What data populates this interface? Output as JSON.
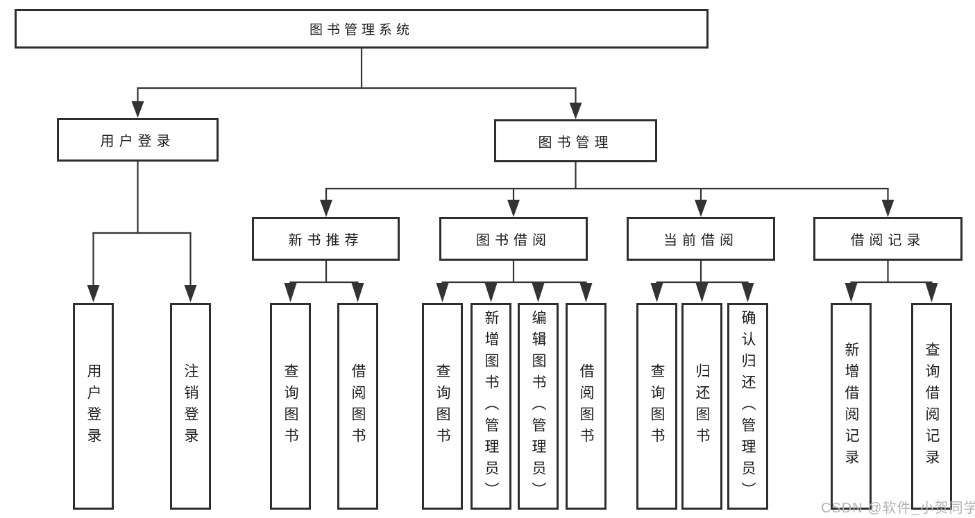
{
  "diagram_type": "hierarchy-tree",
  "tree": {
    "label": "图书管理系统",
    "children": [
      {
        "label": "用户登录",
        "children": [
          {
            "label": "用户登录"
          },
          {
            "label": "注销登录"
          }
        ]
      },
      {
        "label": "图书管理",
        "children": [
          {
            "label": "新书推荐",
            "children": [
              {
                "label": "查询图书"
              },
              {
                "label": "借阅图书"
              }
            ]
          },
          {
            "label": "图书借阅",
            "children": [
              {
                "label": "查询图书"
              },
              {
                "label": "新增图书（管理员）"
              },
              {
                "label": "编辑图书（管理员）"
              },
              {
                "label": "借阅图书"
              }
            ]
          },
          {
            "label": "当前借阅",
            "children": [
              {
                "label": "查询图书"
              },
              {
                "label": "归还图书"
              },
              {
                "label": "确认归还（管理员）"
              }
            ]
          },
          {
            "label": "借阅记录",
            "children": [
              {
                "label": "新增借阅记录"
              },
              {
                "label": "查询借阅记录"
              }
            ]
          }
        ]
      }
    ]
  },
  "watermark": "CSDN @软件_小贺同学",
  "colors": {
    "line": "#333333",
    "box_border": "#2e2e2e",
    "text": "#1c1c1c",
    "watermark_text": "#b4b4b4",
    "background": "#ffffff"
  }
}
